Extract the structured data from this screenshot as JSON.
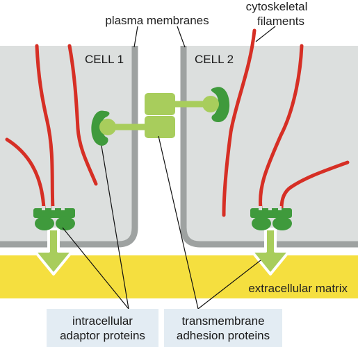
{
  "labels": {
    "plasma_membranes": "plasma membranes",
    "cytoskeletal_line1": "cytoskeletal",
    "cytoskeletal_line2": "filaments",
    "cell1": "CELL 1",
    "cell2": "CELL 2",
    "extracellular_matrix": "extracellular matrix",
    "adaptor_line1": "intracellular",
    "adaptor_line2": "adaptor proteins",
    "adhesion_line1": "transmembrane",
    "adhesion_line2": "adhesion proteins"
  },
  "colors": {
    "cytoplasm": "#dcdfde",
    "membrane": "#9ea2a1",
    "filament": "#d62f25",
    "adaptor_protein": "#3f9a3c",
    "adhesion_protein": "#a8cd5c",
    "matrix": "#f5df3f",
    "caption_background": "#e3ecf3"
  }
}
